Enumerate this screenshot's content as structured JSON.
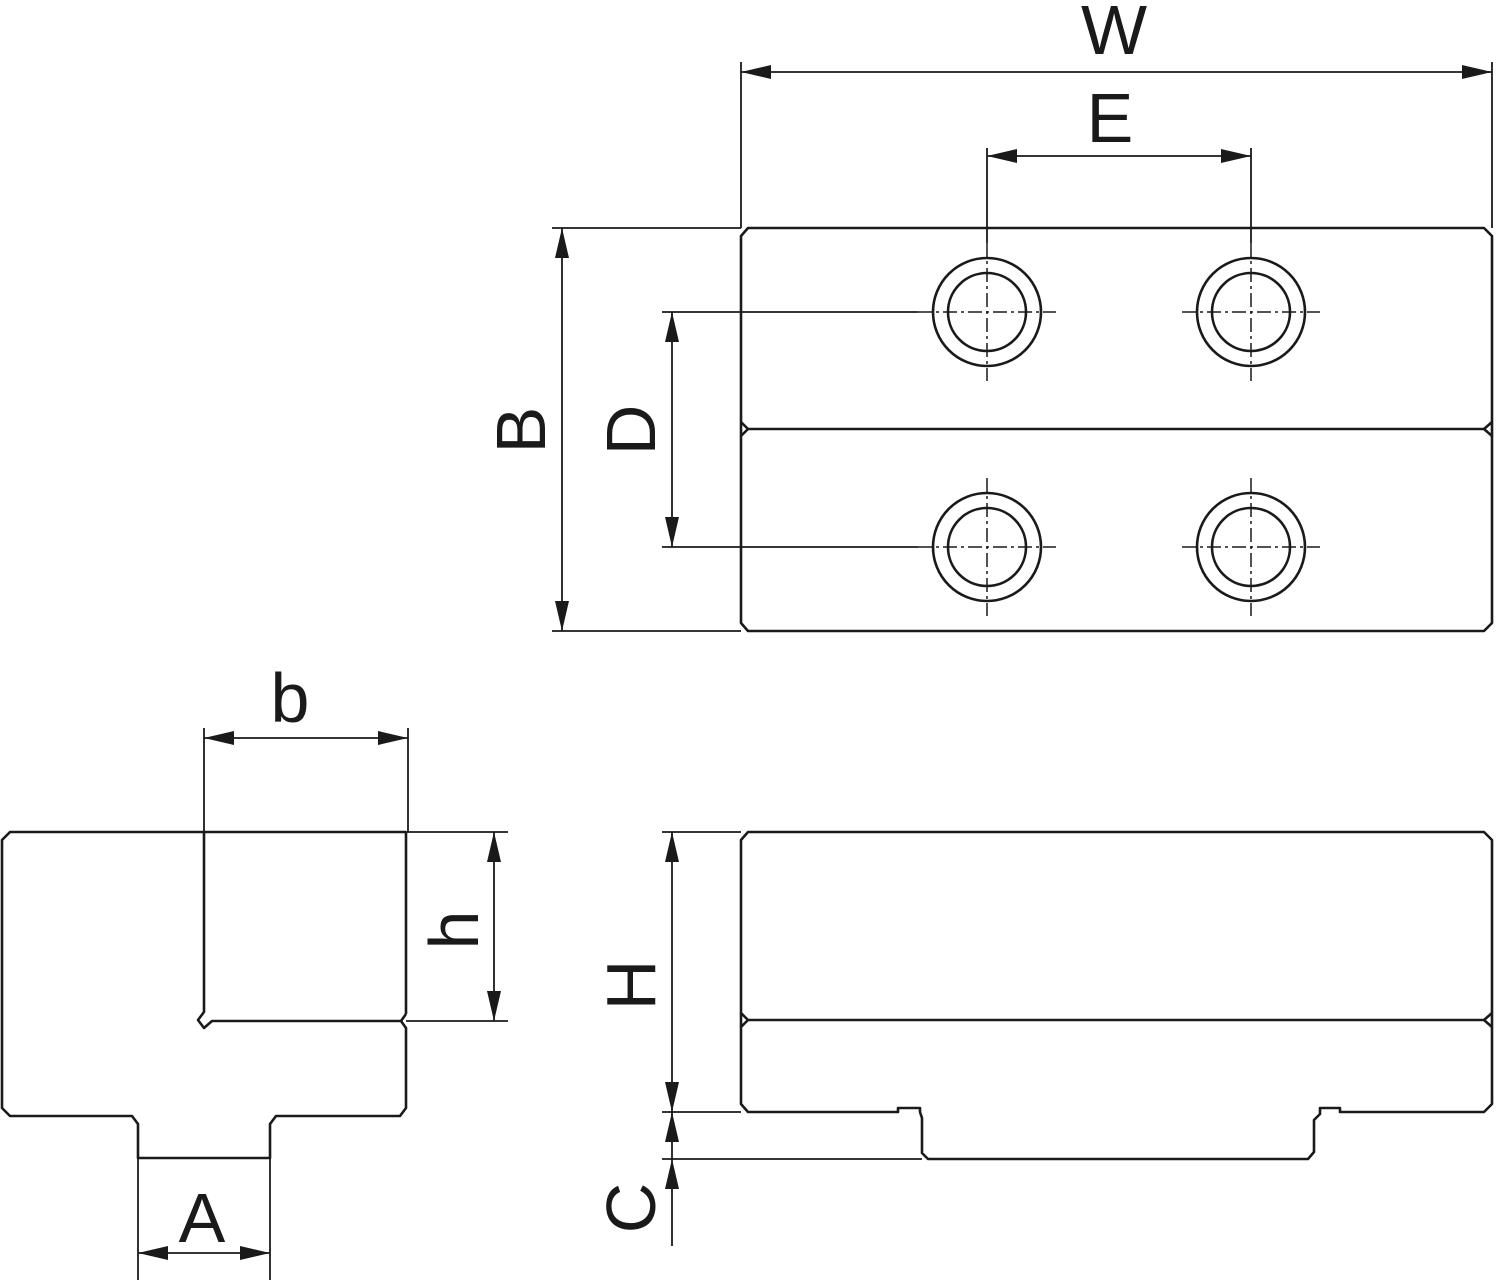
{
  "labels": {
    "W": "W",
    "E": "E",
    "B": "B",
    "D": "D",
    "b": "b",
    "h": "h",
    "H": "H",
    "C": "C",
    "A": "A"
  }
}
